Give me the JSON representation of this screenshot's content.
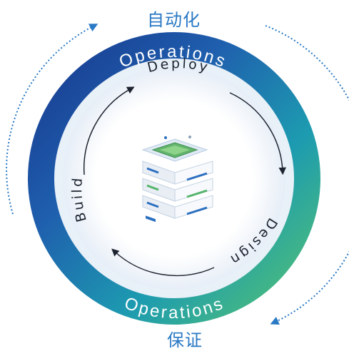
{
  "labels": {
    "top": "自动化",
    "bottom": "保证"
  },
  "outer_ring": {
    "top_text": "Operations",
    "bottom_text": "Operations",
    "gradient_start": "#1a3f8f",
    "gradient_mid": "#1f6fb7",
    "gradient_end": "#52c47a"
  },
  "inner_cycle": {
    "top_text": "Deploy",
    "right_text": "Design",
    "left_text": "Build",
    "arrow_color": "#1d2430"
  },
  "accent_color": "#2a79c4",
  "icons": {
    "center": "server-stack-icon"
  }
}
